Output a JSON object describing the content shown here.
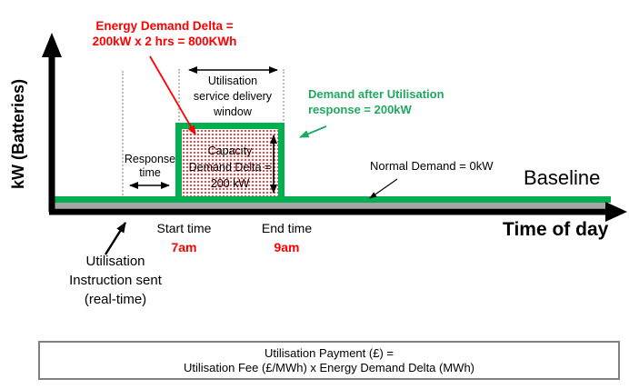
{
  "diagram": {
    "y_axis_label": "kW (Batteries)",
    "x_axis_label": "Time of day",
    "baseline_label": "Baseline",
    "energy_delta": [
      "Energy Demand Delta =",
      "200kW x 2 hrs = 800KWh"
    ],
    "service_window": [
      "Utilisation",
      "service delivery",
      "window"
    ],
    "demand_after": [
      "Demand after Utilisation",
      "response = 200kW"
    ],
    "response_time": [
      "Response",
      "time"
    ],
    "capacity": [
      "Capacity",
      "Demand Delta =",
      "200 kW"
    ],
    "normal_demand": "Normal Demand = 0kW",
    "start": {
      "label": "Start time",
      "value": "7am"
    },
    "end": {
      "label": "End time",
      "value": "9am"
    },
    "instruction": [
      "Utilisation",
      "Instruction sent",
      "(real-time)"
    ]
  },
  "formula": [
    "Utilisation Payment (£) =",
    "Utilisation Fee (£/MWh) x Energy Demand Delta (MWh)"
  ],
  "colors": {
    "green": "#00B050",
    "green_text": "#1FA95F",
    "red": "#FF0000",
    "black": "#000000",
    "baseline_gray": "#A6A6A6",
    "guide_gray": "#BDBDBD",
    "formula_border": "#808080"
  }
}
